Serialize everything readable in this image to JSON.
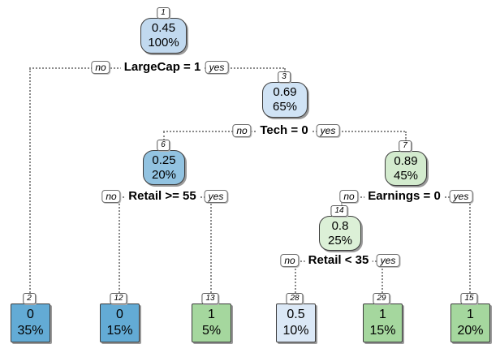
{
  "figure": {
    "type": "decision-tree-plot",
    "background": "#ffffff"
  },
  "colors": {
    "node_blue_mid": "#c1d9ef",
    "node_blue_pale": "#d0e3f5",
    "node_blue_strong": "#92c3e1",
    "node_green_pale": "#d3ebce",
    "node_green_paler": "#dcf0d7",
    "leaf_blue": "#63abd5",
    "leaf_blue_palest": "#dbe8f6",
    "leaf_green": "#a5d79e",
    "branch_line": "#8a8a8a",
    "text": "#000000"
  },
  "nodes": {
    "n1": {
      "id": "1",
      "value": "0.45",
      "pct": "100%"
    },
    "n3": {
      "id": "3",
      "value": "0.69",
      "pct": "65%"
    },
    "n6": {
      "id": "6",
      "value": "0.25",
      "pct": "20%"
    },
    "n7": {
      "id": "7",
      "value": "0.89",
      "pct": "45%"
    },
    "n14": {
      "id": "14",
      "value": "0.8",
      "pct": "25%"
    },
    "l2": {
      "id": "2",
      "value": "0",
      "pct": "35%"
    },
    "l12": {
      "id": "12",
      "value": "0",
      "pct": "15%"
    },
    "l13": {
      "id": "13",
      "value": "1",
      "pct": "5%"
    },
    "l28": {
      "id": "28",
      "value": "0.5",
      "pct": "10%"
    },
    "l29": {
      "id": "29",
      "value": "1",
      "pct": "15%"
    },
    "l15": {
      "id": "15",
      "value": "1",
      "pct": "20%"
    }
  },
  "splits": {
    "s1": {
      "label": "LargeCap = 1",
      "no": "no",
      "yes": "yes",
      "parent": "1",
      "no_child": "2",
      "yes_child": "3"
    },
    "s2": {
      "label": "Tech = 0",
      "no": "no",
      "yes": "yes",
      "parent": "3",
      "no_child": "6",
      "yes_child": "7"
    },
    "s3": {
      "label": "Retail >= 55",
      "no": "no",
      "yes": "yes",
      "parent": "6",
      "no_child": "12",
      "yes_child": "13"
    },
    "s4": {
      "label": "Earnings = 0",
      "no": "no",
      "yes": "yes",
      "parent": "7",
      "no_child": "14",
      "yes_child": "15"
    },
    "s5": {
      "label": "Retail < 35",
      "no": "no",
      "yes": "yes",
      "parent": "14",
      "no_child": "28",
      "yes_child": "29"
    }
  }
}
